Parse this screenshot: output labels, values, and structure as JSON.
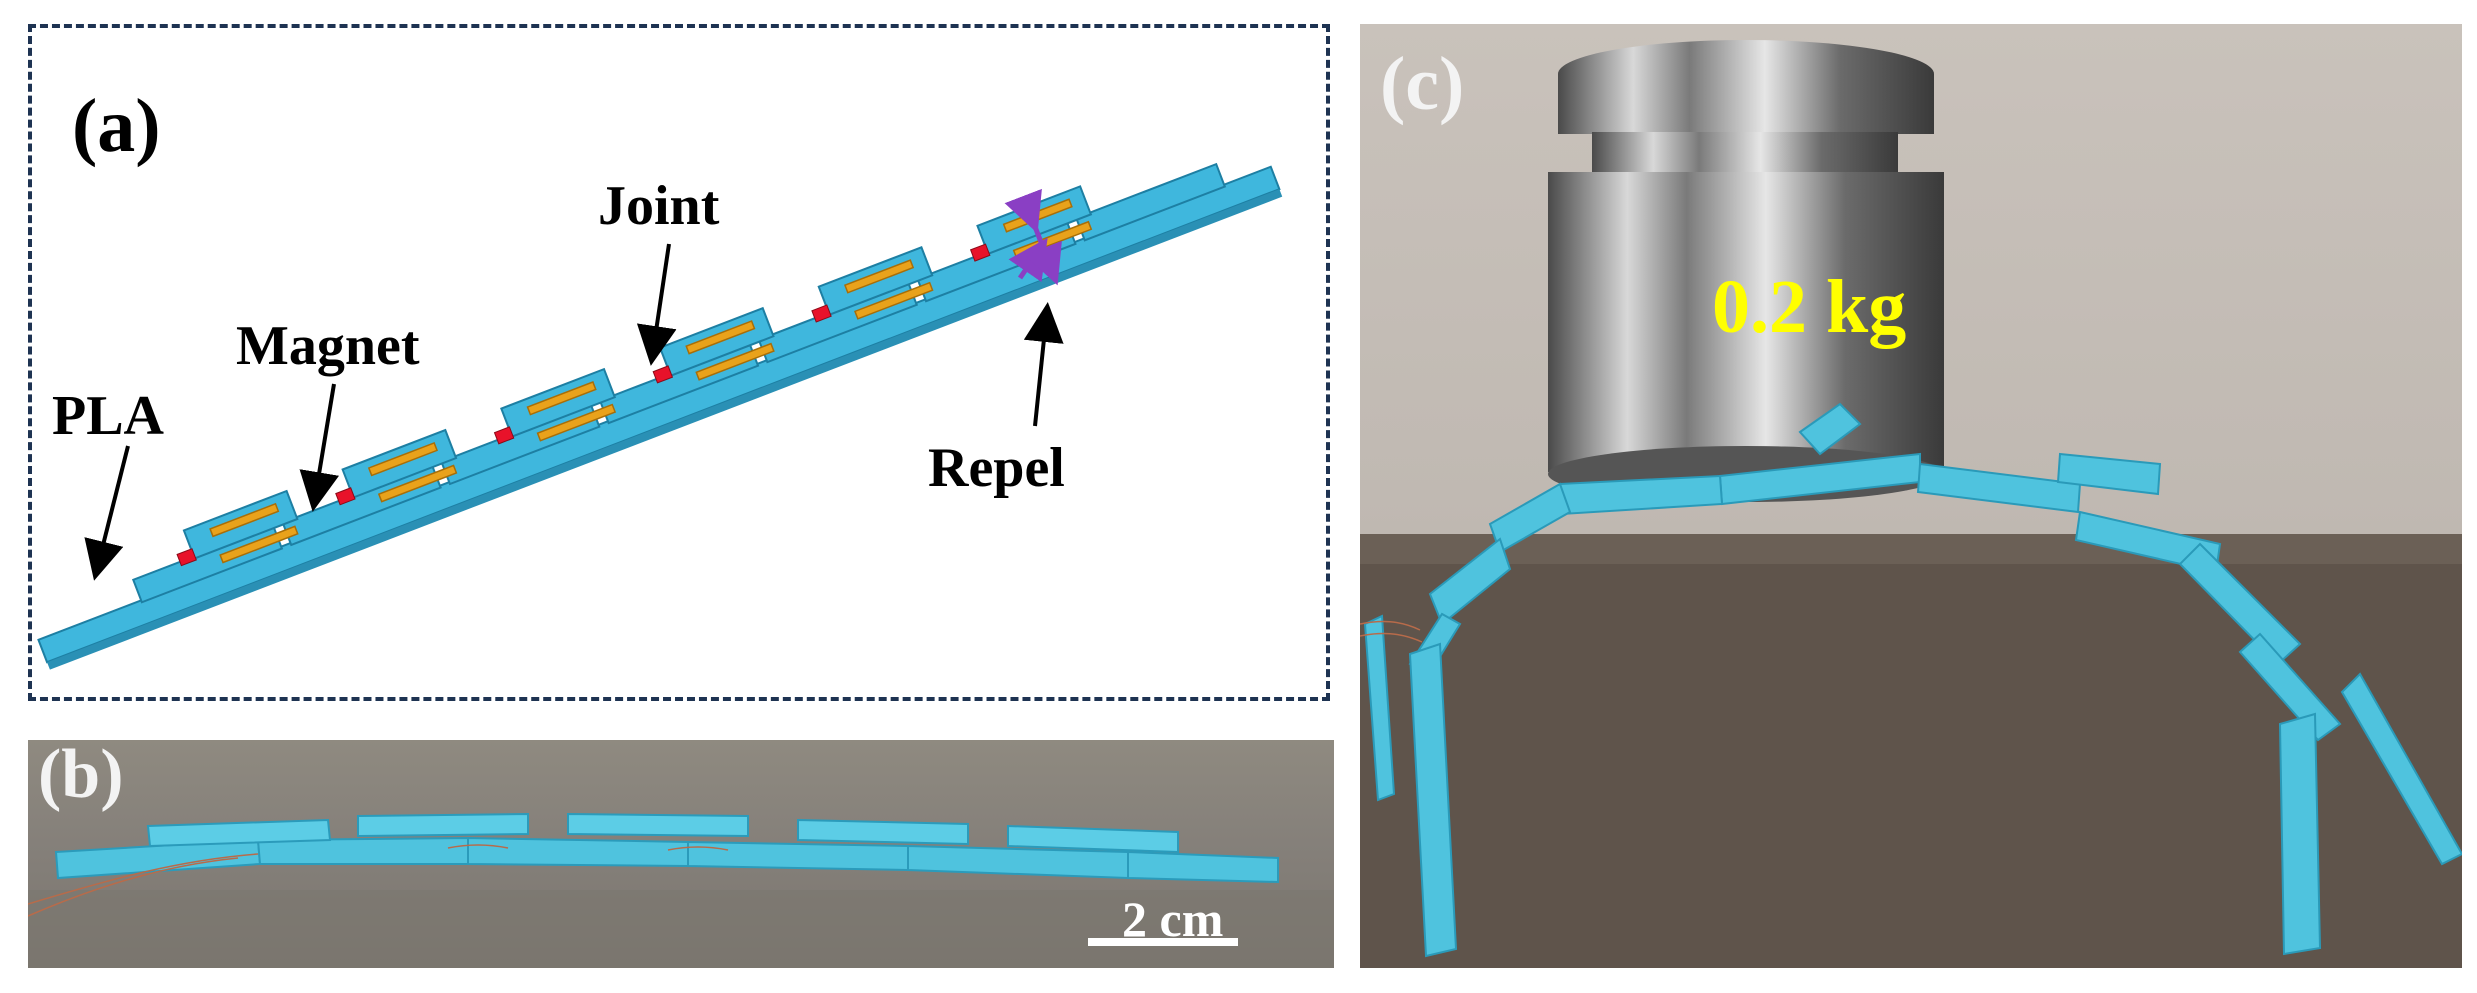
{
  "panels": {
    "a": {
      "label": "(a)"
    },
    "b": {
      "label": "(b)",
      "scale_bar": "2 cm"
    },
    "c": {
      "label": "(c)",
      "weight": "0.2 kg"
    }
  },
  "callouts": {
    "pla": "PLA",
    "magnet": "Magnet",
    "joint": "Joint",
    "repel": "Repel"
  },
  "colors": {
    "pla": "#3fb7dd",
    "magnet": "#e9a21b",
    "joint": "#e8122a",
    "repel_arrow": "#8a3fc4",
    "frame": "#1e3352",
    "weight_label": "#ffff00"
  }
}
